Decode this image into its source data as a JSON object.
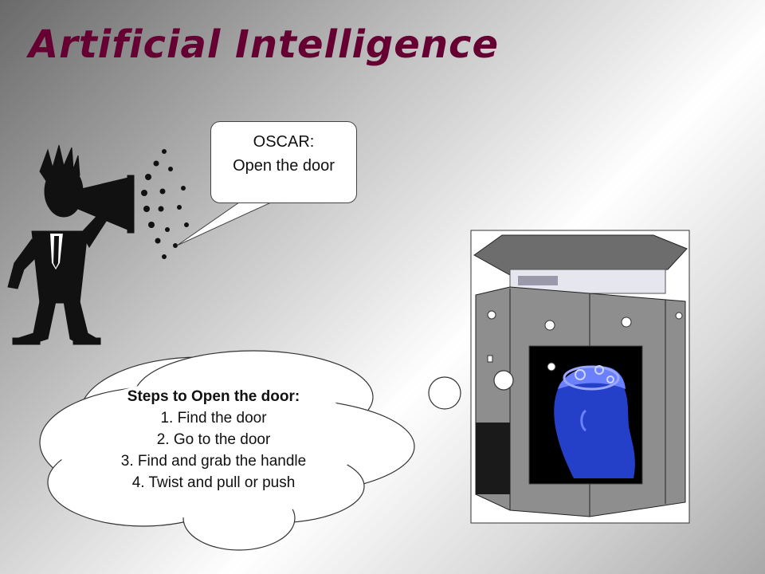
{
  "slide": {
    "title": "Artificial Intelligence"
  },
  "speech_bubble": {
    "speaker": "OSCAR:",
    "text": "Open the door"
  },
  "thought_bubble": {
    "heading": "Steps to Open the door:",
    "steps": [
      "1. Find the door",
      "2. Go to the door",
      "3. Find and grab the handle",
      "4. Twist and pull or push"
    ]
  },
  "colors": {
    "title": "#660033",
    "brain_glow": "#3355ff"
  }
}
